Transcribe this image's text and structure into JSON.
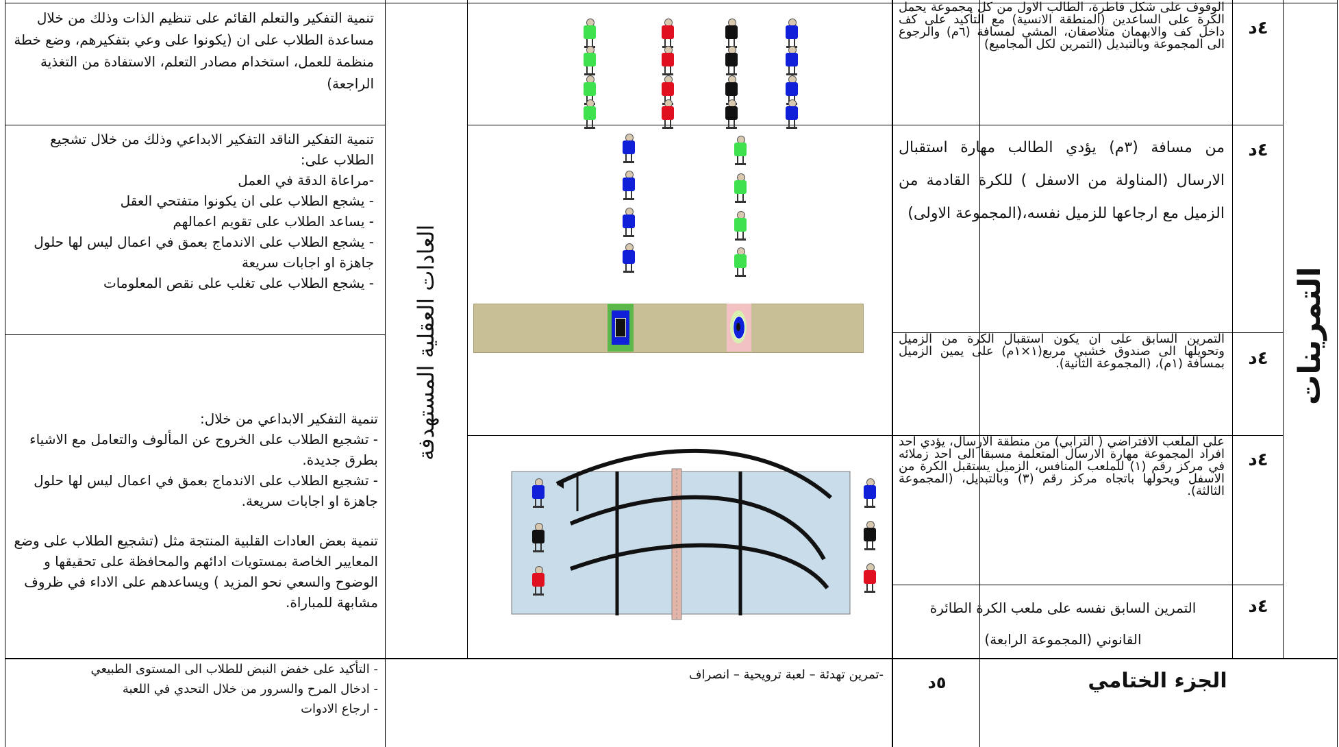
{
  "section_title": "التمرينات",
  "habits_title": "العادات العقلية المستهدفة",
  "exercises": [
    {
      "time": "٤د",
      "text": "الوقوف على شكل قاطرة، الطالب الاول من كل مجموعة يحمل الكرة على الساعدين (المنطقة الانسية) مع التأكيد على كف داخل كف والابهمان متلاصقان، المشي لمسافة (٦م) والرجوع الى المجموعة وبالتبديل (التمرين لكل المجاميع)"
    },
    {
      "time": "٤د",
      "text": "من مسافة (٣م) يؤدي الطالب مهارة استقبال الارسال (المناولة من الاسفل ) للكرة القادمة من الزميل مع ارجاعها للزميل نفسه،(المجموعة الاولى)"
    },
    {
      "time": "٤د",
      "text": "التمرين السابق على ان يكون استقبال الكرة من الزميل وتحويلها الى صندوق خشبي مربع(١×١م) على يمين الزميل بمسافة (١م)، (المجموعة الثانية)."
    },
    {
      "time": "٤د",
      "text": "على الملعب الافتراضي ( الترابي) من منطقة الارسال، يؤدي احد افراد المجموعة مهارة الارسال المتعلمة مسبقا الى احد زملائه في مركز رقم (١) للملعب المنافس، الزميل يستقبل الكرة من الاسفل ويحولها باتجاه مركز رقم (٣) وبالتبديل، (المجموعة الثالثة)."
    },
    {
      "time": "٤د",
      "text": "التمرين السابق نفسه على ملعب الكرة الطائرة القانوني (المجموعة الرابعة)"
    }
  ],
  "goals": [
    {
      "text": "تنمية التفكير والتعلم القائم على تنظيم الذات وذلك من خلال مساعدة الطلاب على ان (يكونوا على وعي بتفكيرهم، وضع خطة منظمة للعمل، استخدام مصادر التعلم، الاستفادة من التغذية الراجعة)"
    },
    {
      "lines": [
        "تنمية التفكير الناقد التفكير الابداعي وذلك من خلال تشجيع الطلاب على:",
        "-مراعاة الدقة في العمل",
        "- يشجع الطلاب على ان يكونوا متفتحي العقل",
        "- يساعد الطلاب على تقويم اعمالهم",
        "- يشجع الطلاب على الاندماج بعمق في اعمال ليس لها حلول جاهزة او اجابات سريعة",
        "- يشجع الطلاب على تغلب على نقص المعلومات"
      ]
    },
    {
      "lines": [
        "تنمية التفكير الابداعي من خلال:",
        "- تشجيع الطلاب على الخروج عن المألوف والتعامل مع الاشياء بطرق جديدة.",
        "- تشجيع الطلاب على الاندماج بعمق في اعمال ليس لها حلول جاهزة او اجابات سريعة."
      ],
      "extra": "تنمية بعض العادات القلبية المنتجة مثل (تشجيع الطلاب على وضع المعايير الخاصة بمستويات ادائهم والمحافظة على تحقيقها و الوضوح والسعي نحو المزيد ) ويساعدهم على الاداء في ظروف مشابهة للمباراة."
    }
  ],
  "final": {
    "title": "الجزء الختامي",
    "time": "٥د",
    "activity": "-تمرين تهدئة – لعبة ترويحية – انصراف",
    "goals": [
      "- التأكيد على خفض النبض للطلاب الى المستوى الطبيعي",
      "- ادخال المرح والسرور من خلال التحدي في اللعبة",
      "- ارجاع الادوات"
    ]
  },
  "diagram_colors": {
    "green": "#3fe14f",
    "red": "#e01020",
    "black": "#111111",
    "blue": "#1020d8",
    "court": "#c8dcea",
    "ground": "#c8bf96"
  }
}
